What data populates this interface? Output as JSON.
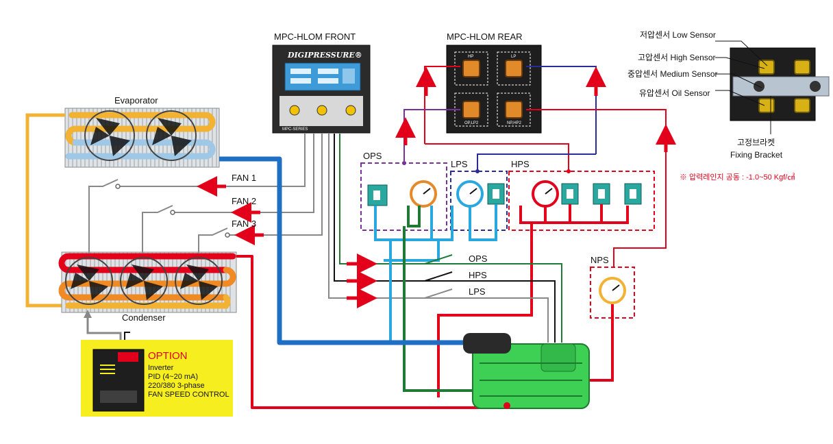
{
  "labels": {
    "front_title": "MPC-HLOM  FRONT",
    "rear_title": "MPC-HLOM  REAR",
    "brand": "DIGIPRESSURE®",
    "series": "MPC-SERIES",
    "evaporator": "Evaporator",
    "condenser": "Condenser",
    "fan1": "FAN 1",
    "fan2": "FAN 2",
    "fan3": "FAN 3",
    "ops_box": "OPS",
    "lps_box": "LPS",
    "hps_box": "HPS",
    "nps_box": "NPS",
    "switch_ops": "OPS",
    "switch_hps": "HPS",
    "switch_lps": "LPS",
    "rear_hp": "HP",
    "rear_lp": "LP",
    "rear_oplp2": "OP,LP2",
    "rear_nphp2": "NP,HP2"
  },
  "sensors": {
    "low": "저압센서 Low Sensor",
    "high": "고압센서 High Sensor",
    "medium": "중압센서 Medium Sensor",
    "oil": "유압센서 Oil Sensor",
    "bracket_kr": "고정브라켓",
    "bracket_en": "Fixing Bracket",
    "range_note": "※ 압력레인지 공동 : -1.0~50 Kgf/㎠"
  },
  "option": {
    "title": "OPTION",
    "line1": "Inverter",
    "line2": "PID (4~20 mA)",
    "line3": "220/380 3-phase",
    "line4": "FAN SPEED CONTROL"
  },
  "colors": {
    "hp_line": "#e3001b",
    "lp_line": "#2a2a9a",
    "suction": "#1f6fc4",
    "gauge_line": "#29a8e0",
    "oil_line": "#1e7a35",
    "evap_pipe": "#f2b233",
    "compressor": "#3ecf55",
    "option_bg": "#f7ee1f"
  }
}
